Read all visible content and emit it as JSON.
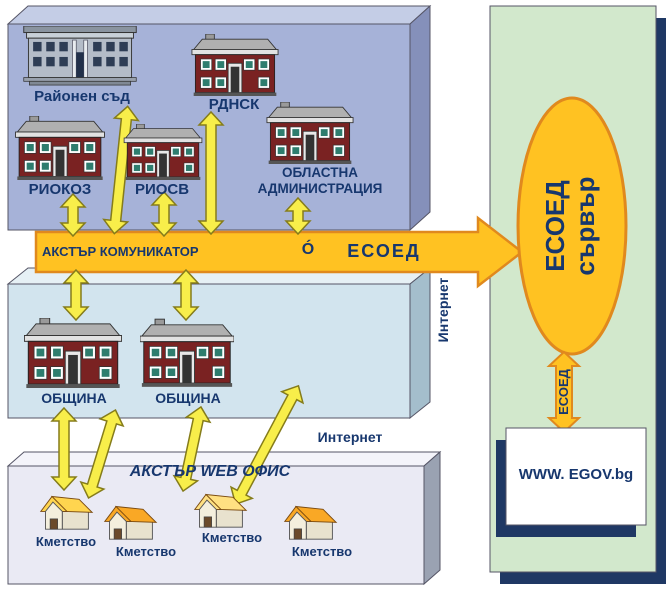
{
  "diagram": {
    "top_panel": {
      "court_label": "Районен съд",
      "rdnsk_label": "РДНСК",
      "riokoz_label": "РИОКОЗ",
      "riosv_label": "РИОСВ",
      "oblastna_label_line1": "ОБЛАСТНА",
      "oblastna_label_line2": "АДМИНИСТРАЦИЯ"
    },
    "main_arrow": {
      "left_label": "АКСТЪР КОМУНИКАТОР",
      "mid_label": "Ó",
      "right_label": "ЕСОЕД"
    },
    "middle_panel": {
      "obshtina1_label": "ОБЩИНА",
      "obshtina2_label": "ОБЩИНА"
    },
    "internet_vertical": "Интернет",
    "internet_horizontal": "Интернет",
    "bottom_panel": {
      "title": "АКСТЪР WEB ОФИС",
      "kmetstvo_labels": [
        "Кметство",
        "Кметство",
        "Кметство",
        "Кметство"
      ]
    },
    "right_panel": {
      "server_label_line1": "ЕСОЕД",
      "server_label_line2": "сървър",
      "esoed_arrow_label": "ЕСОЕД",
      "egov_label": "WWW. EGOV.bg"
    },
    "colors": {
      "navy_text": "#17376e",
      "gold": "#ffc222",
      "gold_border": "#e0891e",
      "yellow": "#f8ee4a",
      "yellow_border": "#857c1a",
      "top_panel_fill": "#a6b2d8",
      "middle_panel_fill": "#d2e4ee",
      "bottom_panel_fill": "#eaeaf4",
      "right_panel_fill": "#d2e8cc",
      "shadow_navy": "#1f3864"
    }
  }
}
